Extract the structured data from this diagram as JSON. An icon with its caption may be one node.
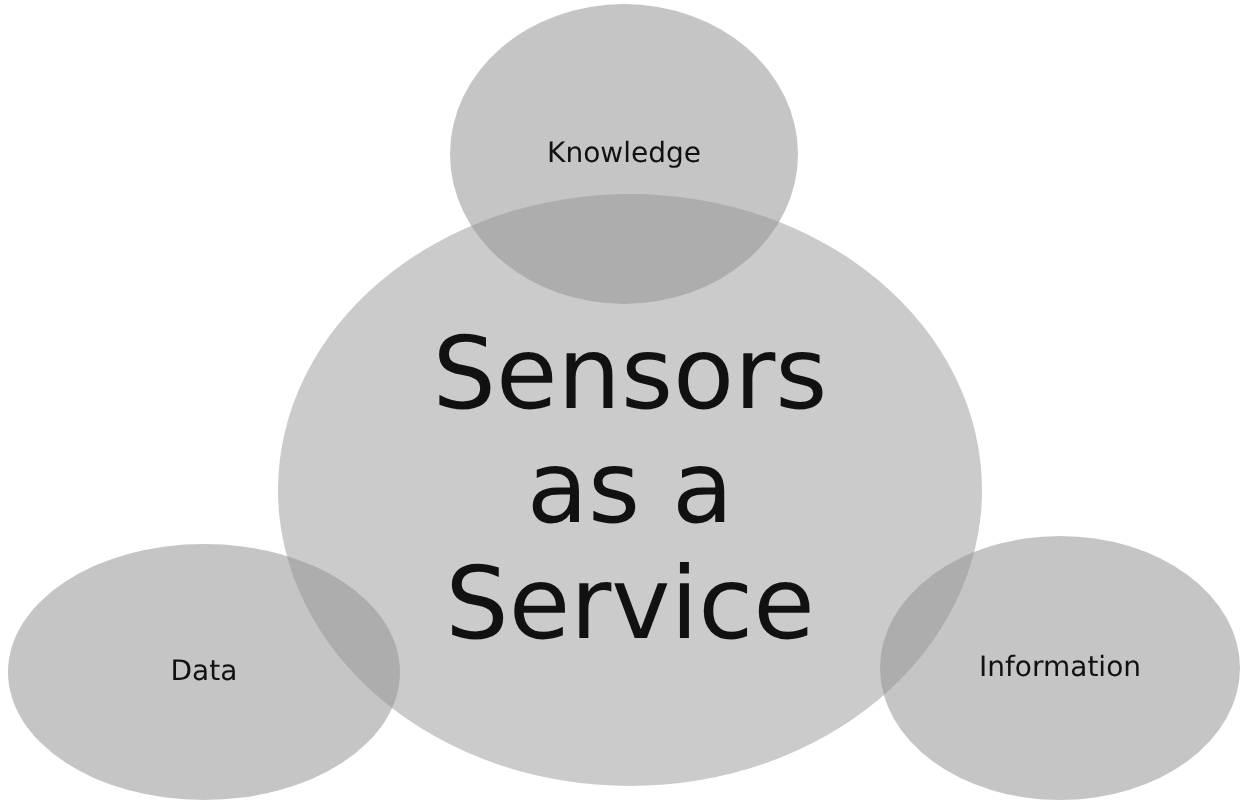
{
  "diagram": {
    "nodes": [
      {
        "text": [
          "Knowledge"
        ]
      },
      {
        "text": [
          "Sensors as a Service"
        ]
      },
      {
        "text": [
          "Data"
        ]
      },
      {
        "text": [
          "Information"
        ]
      }
    ]
  }
}
